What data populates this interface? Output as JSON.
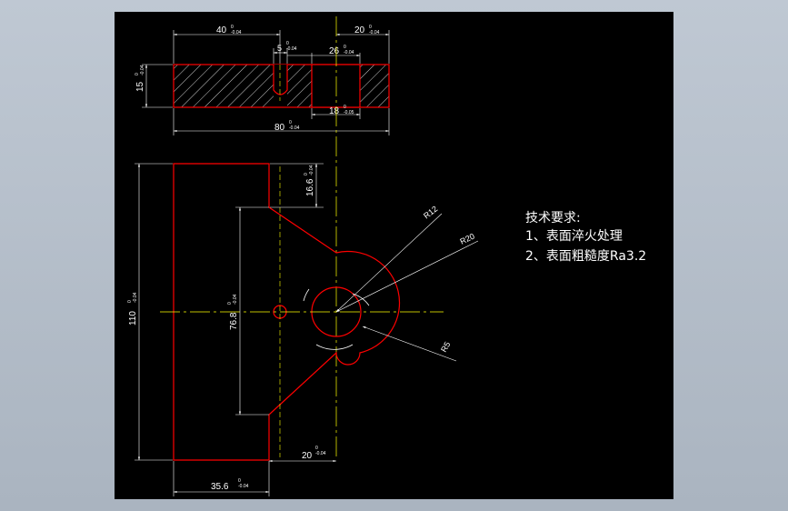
{
  "colors": {
    "background": "#000000",
    "part_outline": "#ff0000",
    "dimension": "#ffffff",
    "centerline": "#ffff00"
  },
  "top_view": {
    "dim_40": "40",
    "tol_40": "0\n-0.04",
    "dim_20": "20",
    "tol_20": "0\n-0.04",
    "dim_5": "5",
    "tol_5": "0\n-0.04",
    "dim_26": "26",
    "tol_26": "0\n-0.04",
    "dim_15": "15",
    "tol_15": "0\n-0.04",
    "dim_18": "18",
    "tol_18": "0\n-0.05",
    "dim_80": "80",
    "tol_80": "0\n-0.04"
  },
  "front_view": {
    "dim_16_6": "16.6",
    "tol_16_6": "0\n-0.04",
    "dim_110": "110",
    "tol_110": "0\n-0.04",
    "dim_76_8": "76.8",
    "tol_76_8": "0\n-0.04",
    "dim_35_6": "35.6",
    "tol_35_6": "0\n-0.04",
    "dim_20b": "20",
    "tol_20b": "0\n-0.04",
    "r12": "R12",
    "r20": "R20",
    "r5": "R5"
  },
  "requirements": {
    "title": "技术要求:",
    "line1": "1、表面淬火处理",
    "line2": "2、表面粗糙度Ra3.2"
  }
}
